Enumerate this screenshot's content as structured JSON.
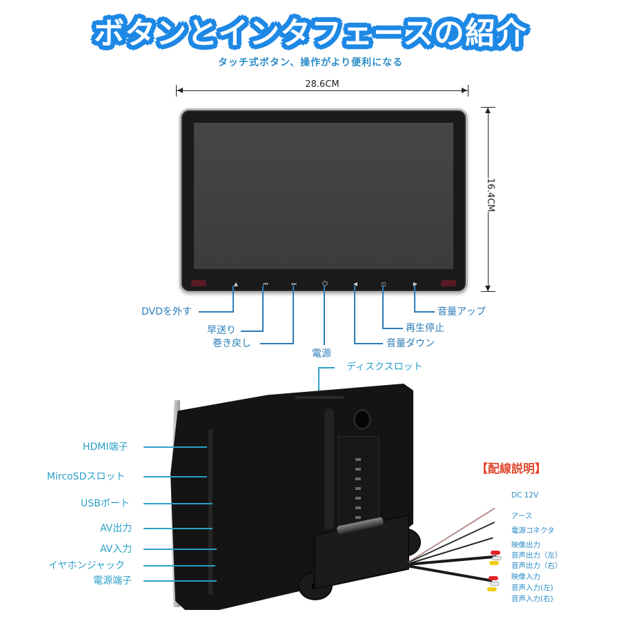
{
  "header": {
    "title": "ボタンとインタフェースの紹介",
    "subtitle": "タッチ式ボタン、操作がより便利になる"
  },
  "dimensions": {
    "width": "28.6CM",
    "height": "16.4CM"
  },
  "front_buttons": [
    {
      "icon": "eject-icon",
      "glyph": "▲",
      "label": "DVDを外す"
    },
    {
      "icon": "skip-back-icon",
      "glyph": "⏮",
      "label": "早送り"
    },
    {
      "icon": "skip-forward-icon",
      "glyph": "⏭",
      "label": "巻き戻し"
    },
    {
      "icon": "power-icon",
      "glyph": "⏻",
      "label": "電源"
    },
    {
      "icon": "volume-down-icon",
      "glyph": "◀",
      "label": "音量ダウン"
    },
    {
      "icon": "play-pause-icon",
      "glyph": "◫",
      "label": "再生停止"
    },
    {
      "icon": "volume-up-icon",
      "glyph": "▶",
      "label": "音量アップ"
    }
  ],
  "back": {
    "disc_slot_label": "ディスクスロット",
    "side_ports": [
      "HDMI端子",
      "MircoSDスロット",
      "USBポート",
      "AV出力",
      "AV入力",
      "イヤホンジャック",
      "電源端子"
    ]
  },
  "wiring": {
    "title": "【配線説明】",
    "items": [
      "DC 12V",
      "アース",
      "電源コネクタ",
      "映像出力",
      "音声出力（左）",
      "音声出力（右）",
      "映像入力",
      "音声入力(左)",
      "音声入力(右)"
    ]
  },
  "colors": {
    "title_fill": "#ffffff",
    "title_outline": "#1e88e5",
    "callout": "#2a7bb8",
    "wiring_title": "#e0492f",
    "device_body": "#1a1a1a",
    "screen": "#434343"
  }
}
